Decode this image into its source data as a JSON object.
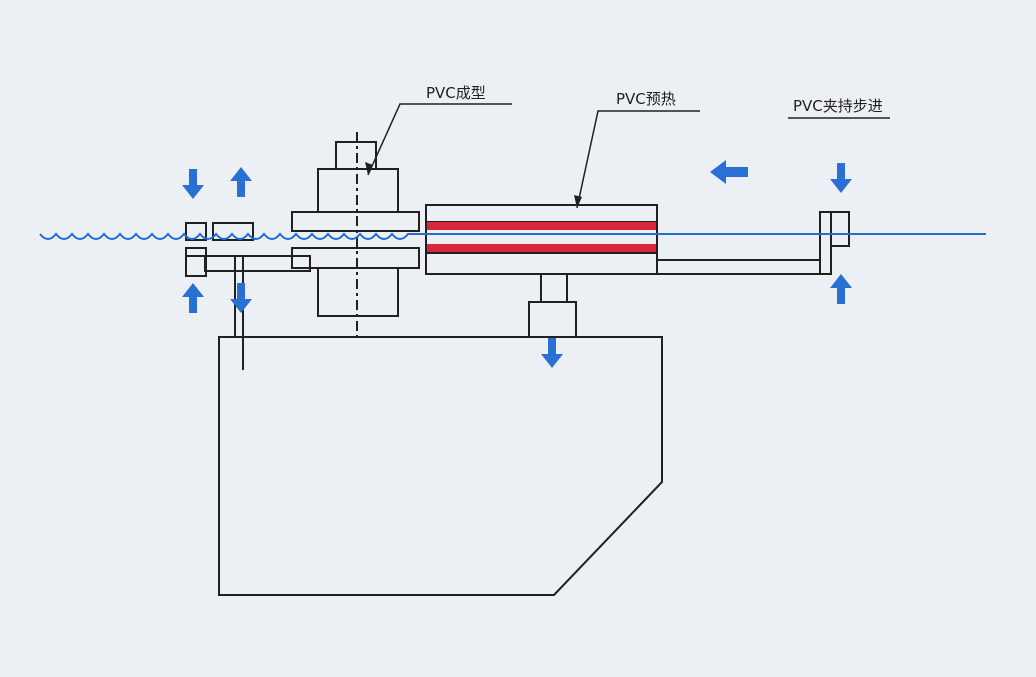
{
  "labels": {
    "forming": "PVC成型",
    "preheat": "PVC预热",
    "clamp_step": "PVC夹持步进"
  },
  "colors": {
    "background": "#ecf0f5",
    "line": "#202020",
    "pvc_sheet": "#1f6fd0",
    "heater": "#d8263c",
    "arrow": "#2a6fd3"
  },
  "arrows": [
    {
      "id": "left-clamp-top-down",
      "direction": "down"
    },
    {
      "id": "left-clamp-bottom-up",
      "direction": "up"
    },
    {
      "id": "second-clamp-top-up",
      "direction": "up"
    },
    {
      "id": "second-clamp-bottom-down",
      "direction": "down"
    },
    {
      "id": "heater-lower-down",
      "direction": "down"
    },
    {
      "id": "feed-direction-left",
      "direction": "left"
    },
    {
      "id": "step-clamp-top-down",
      "direction": "down"
    },
    {
      "id": "step-clamp-bottom-up",
      "direction": "up"
    }
  ]
}
